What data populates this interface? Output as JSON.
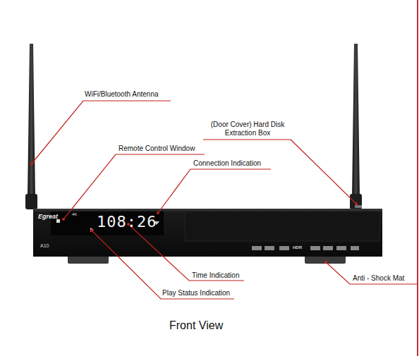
{
  "diagram": {
    "caption": "Front View",
    "labels": [
      "WiFi/Bluetooth Antenna",
      "(Door Cover) Hard Disk Extraction Box",
      "Remote Control Window",
      "Connection Indication",
      "Egreat",
      "4K",
      "108:26",
      "A10",
      "HDR",
      "Time Indication",
      "Play Status Indication",
      "Anti - Shock Mat"
    ]
  }
}
